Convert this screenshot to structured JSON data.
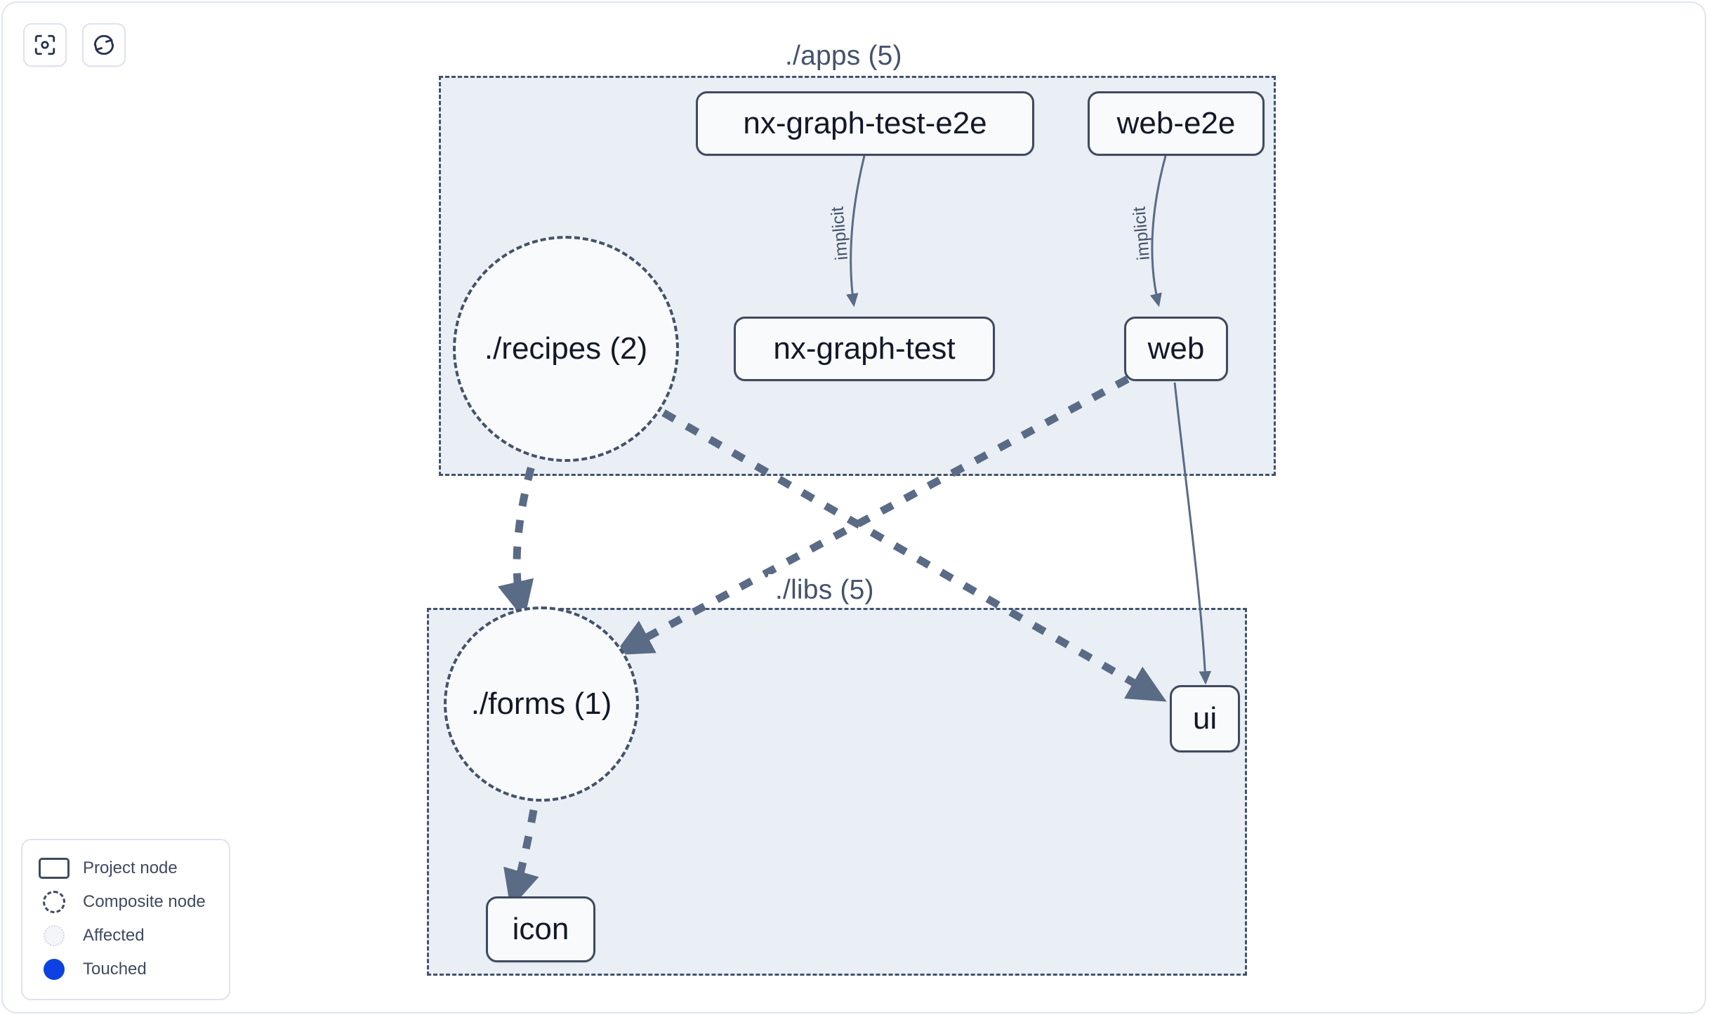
{
  "toolbar": {
    "buttons": [
      {
        "name": "focus-graph-button",
        "icon": "focus-target-icon",
        "label": "Focus graph"
      },
      {
        "name": "refresh-graph-button",
        "icon": "refresh-sync-icon",
        "label": "Refresh graph"
      }
    ]
  },
  "graph": {
    "groups": [
      {
        "id": "apps",
        "label": "./apps (5)"
      },
      {
        "id": "libs",
        "label": "./libs (5)"
      }
    ],
    "nodes": [
      {
        "id": "nx-graph-test-e2e",
        "label": "nx-graph-test-e2e",
        "type": "project",
        "group": "apps"
      },
      {
        "id": "web-e2e",
        "label": "web-e2e",
        "type": "project",
        "group": "apps"
      },
      {
        "id": "nx-graph-test",
        "label": "nx-graph-test",
        "type": "project",
        "group": "apps"
      },
      {
        "id": "web",
        "label": "web",
        "type": "project",
        "group": "apps"
      },
      {
        "id": "recipes",
        "label": "./recipes (2)",
        "type": "composite",
        "group": "apps"
      },
      {
        "id": "forms",
        "label": "./forms (1)",
        "type": "composite",
        "group": "libs"
      },
      {
        "id": "ui",
        "label": "ui",
        "type": "project",
        "group": "libs"
      },
      {
        "id": "icon",
        "label": "icon",
        "type": "project",
        "group": "libs"
      }
    ],
    "edges": [
      {
        "from": "nx-graph-test-e2e",
        "to": "nx-graph-test",
        "label": "implicit",
        "style": "solid"
      },
      {
        "from": "web-e2e",
        "to": "web",
        "label": "implicit",
        "style": "solid"
      },
      {
        "from": "web",
        "to": "ui",
        "label": "",
        "style": "solid"
      },
      {
        "from": "recipes",
        "to": "forms",
        "label": "",
        "style": "dashed"
      },
      {
        "from": "recipes",
        "to": "ui",
        "label": "",
        "style": "dashed"
      },
      {
        "from": "web",
        "to": "forms",
        "label": "",
        "style": "dashed"
      },
      {
        "from": "forms",
        "to": "icon",
        "label": "",
        "style": "dashed"
      }
    ]
  },
  "legend": {
    "items": [
      {
        "swatch": "project-node-swatch",
        "label": "Project node"
      },
      {
        "swatch": "composite-node-swatch",
        "label": "Composite node"
      },
      {
        "swatch": "affected-swatch",
        "label": "Affected"
      },
      {
        "swatch": "touched-swatch",
        "label": "Touched"
      }
    ]
  },
  "colors": {
    "group_fill": "#eaeff5",
    "group_border": "#44526b",
    "node_fill": "#f8fafb",
    "node_border": "#3f4a5f",
    "edge": "#5a6b86",
    "touched": "#0d41e1",
    "canvas": "#ffffff"
  }
}
